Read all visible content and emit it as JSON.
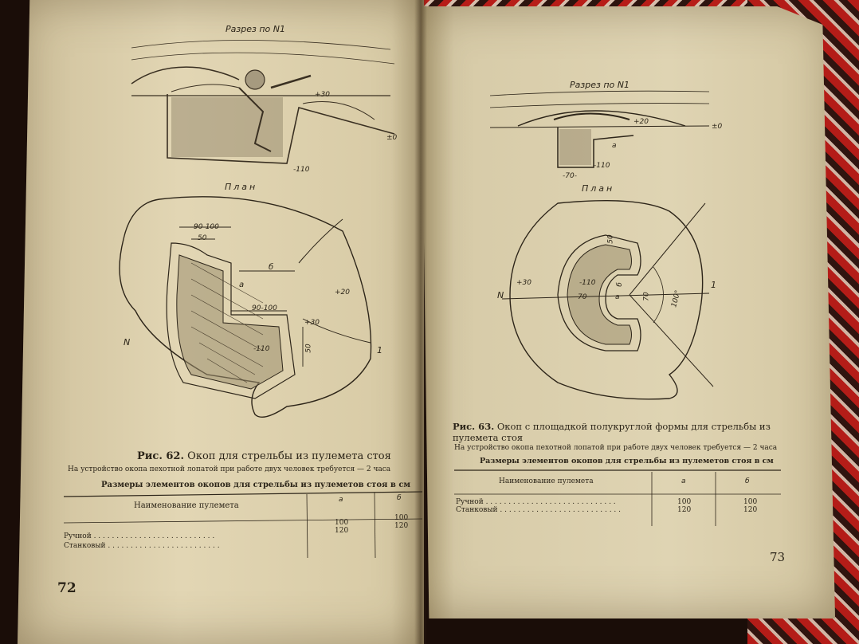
{
  "left_page": {
    "section_label": "Разрез по N1",
    "plan_label": "План",
    "dims": {
      "d1": "90-100",
      "d2": "50",
      "b": "б",
      "a": "а",
      "d3": "90-100",
      "plus20": "+20",
      "plus30": "+30",
      "minus110": "-110",
      "d4": "50",
      "plus30_section": "+30",
      "zero": "±0",
      "minus110_section": "-110",
      "N": "N",
      "one": "1"
    },
    "caption_fig": "Рис. 62.",
    "caption_text": "Окоп для стрельбы из пулемета стоя",
    "note": "На устройство окопа пехотной лопатой при работе двух человек требуется — 2 часа",
    "table_title": "Размеры элементов окопов для стрельбы из пулеметов стоя в см",
    "table": {
      "header": [
        "Наименование пулемета",
        "а",
        "б"
      ],
      "rows": [
        {
          "name": "Ручной",
          "a": "100",
          "b": "100"
        },
        {
          "name": "Станковый",
          "a": "120",
          "b": "120"
        }
      ]
    },
    "page_number": "72"
  },
  "right_page": {
    "section_label": "Разрез по N1",
    "plan_label": "План",
    "dims": {
      "plus20": "+20",
      "zero": "±0",
      "a": "а",
      "minus110": "-110",
      "seventy": "-70-",
      "fifty": "50",
      "plus30": "+30",
      "minus110_plan": "-110",
      "seventy2": "70",
      "a2": "а",
      "b": "б",
      "seventy3": "70",
      "hundred": "100°",
      "N": "N",
      "one": "1"
    },
    "caption_fig": "Рис. 63.",
    "caption_text": "Окоп с площадкой полукруглой формы для стрельбы из пулемета стоя",
    "note": "На устройство окопа пехотной лопатой при работе двух человек требуется — 2 часа",
    "table_title": "Размеры элементов окопов для стрельбы из пулеметов стоя в см",
    "table": {
      "header": [
        "Наименование пулемета",
        "а",
        "б"
      ],
      "rows": [
        {
          "name": "Ручной",
          "a": "100",
          "b": "100"
        },
        {
          "name": "Станковый",
          "a": "120",
          "b": "120"
        }
      ]
    },
    "page_number": "73"
  }
}
